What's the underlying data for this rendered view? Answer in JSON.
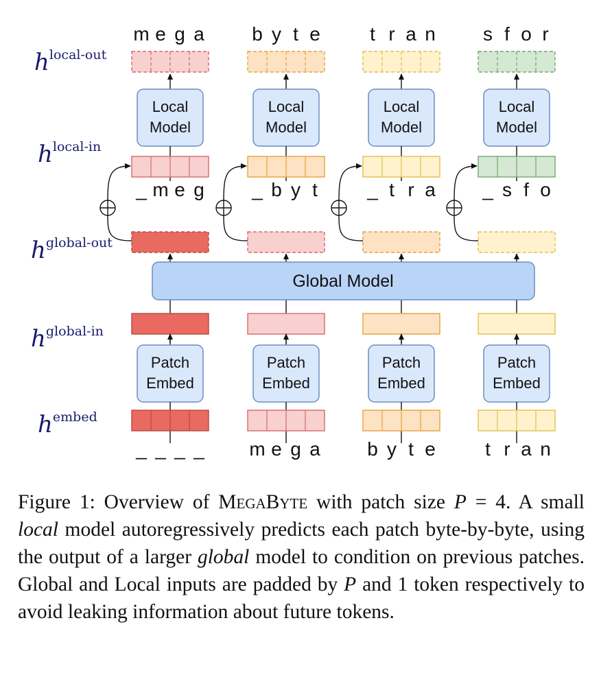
{
  "labels": {
    "local_out": {
      "main": "h",
      "sup": "local-out"
    },
    "local_in": {
      "main": "h",
      "sup": "local-in"
    },
    "global_out": {
      "main": "h",
      "sup": "global-out"
    },
    "global_in": {
      "main": "h",
      "sup": "global-in"
    },
    "embed": {
      "main": "h",
      "sup": "embed"
    }
  },
  "global_model": {
    "label": "Global Model"
  },
  "columns": [
    {
      "output_chars": [
        "m",
        "e",
        "g",
        "a"
      ],
      "local_input_chars": [
        "_",
        "m",
        "e",
        "g"
      ],
      "embed_input_chars": [
        "_",
        "_",
        "_",
        "_"
      ],
      "local_model": [
        "Local",
        "Model"
      ],
      "patch_embed": [
        "Patch",
        "Embed"
      ],
      "colors": {
        "out_fill": "#f8d0d0",
        "out_stroke": "#d86868",
        "local_fill": "#f8d0d0",
        "local_stroke": "#d86868",
        "gout_fill": "#e86a60",
        "gout_stroke": "#b84a40",
        "gin_fill": "#e86a60",
        "gin_stroke": "#b84a40",
        "emb_fill": "#e86a60",
        "emb_stroke": "#b84a40"
      }
    },
    {
      "output_chars": [
        "b",
        "y",
        "t",
        "e"
      ],
      "local_input_chars": [
        "_",
        "b",
        "y",
        "t"
      ],
      "embed_input_chars": [
        "m",
        "e",
        "g",
        "a"
      ],
      "local_model": [
        "Local",
        "Model"
      ],
      "patch_embed": [
        "Patch",
        "Embed"
      ],
      "colors": {
        "out_fill": "#fde2c4",
        "out_stroke": "#e8a23a",
        "local_fill": "#fde2c4",
        "local_stroke": "#e8a23a",
        "gout_fill": "#f8d0d0",
        "gout_stroke": "#d86868",
        "gin_fill": "#f8d0d0",
        "gin_stroke": "#d86868",
        "emb_fill": "#f8d0d0",
        "emb_stroke": "#d86868"
      }
    },
    {
      "output_chars": [
        "t",
        "r",
        "a",
        "n"
      ],
      "local_input_chars": [
        "_",
        "t",
        "r",
        "a"
      ],
      "embed_input_chars": [
        "b",
        "y",
        "t",
        "e"
      ],
      "local_model": [
        "Local",
        "Model"
      ],
      "patch_embed": [
        "Patch",
        "Embed"
      ],
      "colors": {
        "out_fill": "#fff2cc",
        "out_stroke": "#e0c050",
        "local_fill": "#fff2cc",
        "local_stroke": "#e0c050",
        "gout_fill": "#fde2c4",
        "gout_stroke": "#e8a23a",
        "gin_fill": "#fde2c4",
        "gin_stroke": "#e8a23a",
        "emb_fill": "#fde2c4",
        "emb_stroke": "#e8a23a"
      }
    },
    {
      "output_chars": [
        "s",
        "f",
        "o",
        "r"
      ],
      "local_input_chars": [
        "_",
        "s",
        "f",
        "o"
      ],
      "embed_input_chars": [
        "t",
        "r",
        "a",
        "n"
      ],
      "local_model": [
        "Local",
        "Model"
      ],
      "patch_embed": [
        "Patch",
        "Embed"
      ],
      "colors": {
        "out_fill": "#d5e8d4",
        "out_stroke": "#72a96a",
        "local_fill": "#d5e8d4",
        "local_stroke": "#72a96a",
        "gout_fill": "#fff2cc",
        "gout_stroke": "#e0c050",
        "gin_fill": "#fff2cc",
        "gin_stroke": "#e0c050",
        "emb_fill": "#fff2cc",
        "emb_stroke": "#e0c050"
      }
    }
  ],
  "style": {
    "model_fill": "#dae8fc",
    "model_stroke": "#6c8ebf",
    "global_fill": "#b9d4f7",
    "line": "#111111"
  },
  "caption": {
    "prefix": "Figure 1: Overview of ",
    "name": "MegaByte",
    "p1": " with patch size ",
    "P": "P",
    "p2": " = 4. A small ",
    "local": "local",
    "p3": " model autoregressively predicts each patch byte-by-byte, using the output of a larger ",
    "global": "global",
    "p4": " model to condition on previous patches. Global and Local inputs are padded by ",
    "P2": "P",
    "p5": " and 1 token respectively to avoid leaking information about future tokens."
  }
}
